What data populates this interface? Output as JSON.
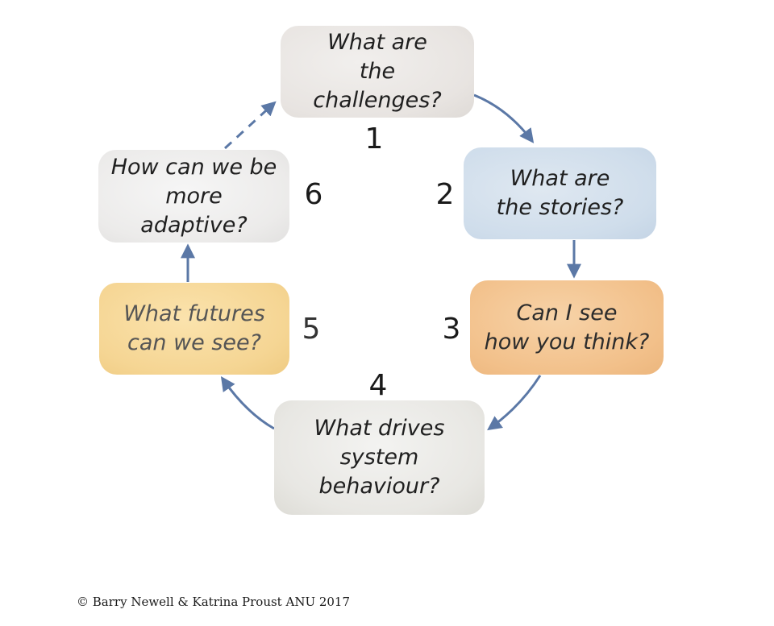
{
  "diagram": {
    "questions": [
      {
        "number": "1",
        "text": "What are\nthe challenges?"
      },
      {
        "number": "2",
        "text": "What are\nthe stories?"
      },
      {
        "number": "3",
        "text": "Can I see\nhow you think?"
      },
      {
        "number": "4",
        "text": "What drives\nsystem\nbehaviour?"
      },
      {
        "number": "5",
        "text": "What futures\ncan we see?"
      },
      {
        "number": "6",
        "text": "How can we be\nmore adaptive?"
      }
    ],
    "colors": {
      "arrow": "#5b78a6",
      "q1": "#e8e4e1",
      "q2": "#cfddeb",
      "q3": "#f2c08a",
      "q4": "#e8e7e3",
      "q5": "#f5d593",
      "q6": "#ecebea"
    }
  },
  "footer": {
    "copyright": "© Barry Newell & Katrina Proust ANU 2017"
  }
}
